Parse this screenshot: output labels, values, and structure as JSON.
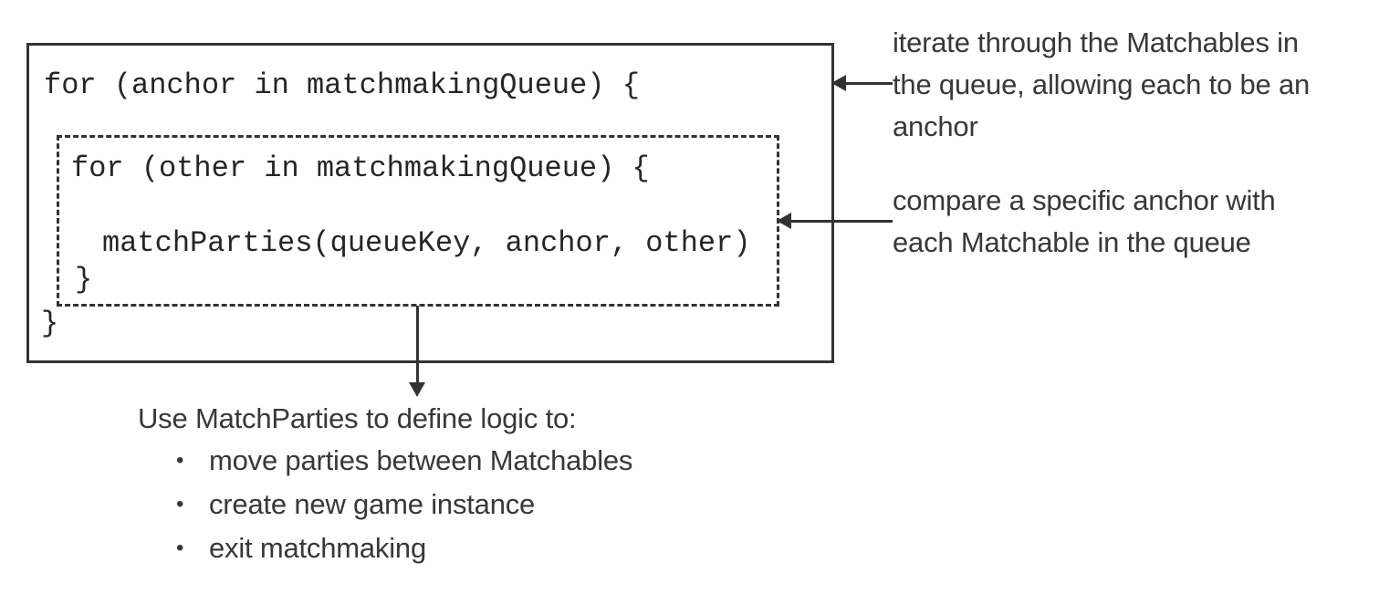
{
  "diagram": {
    "code": {
      "outer_loop_open": "for (anchor in matchmakingQueue) {",
      "inner_loop_open": "for (other in matchmakingQueue) {",
      "match_call": "matchParties(queueKey, anchor, other)",
      "inner_loop_close": "}",
      "outer_loop_close": "}"
    },
    "annotations": {
      "anchor_loop": {
        "lines": [
          "iterate through the Matchables in",
          "the queue, allowing each to be an",
          "anchor"
        ]
      },
      "inner_loop": {
        "lines": [
          "compare a specific anchor with",
          "each Matchable in the queue"
        ]
      },
      "match_parties": {
        "title": "Use MatchParties to define logic to:",
        "bullet_char": "•",
        "bullets": [
          "move parties between Matchables",
          "create new game instance",
          "exit matchmaking"
        ]
      }
    },
    "colors": {
      "background": "#ffffff",
      "ink": "#333333",
      "code_ink": "#262626",
      "note_ink": "#383838"
    }
  }
}
